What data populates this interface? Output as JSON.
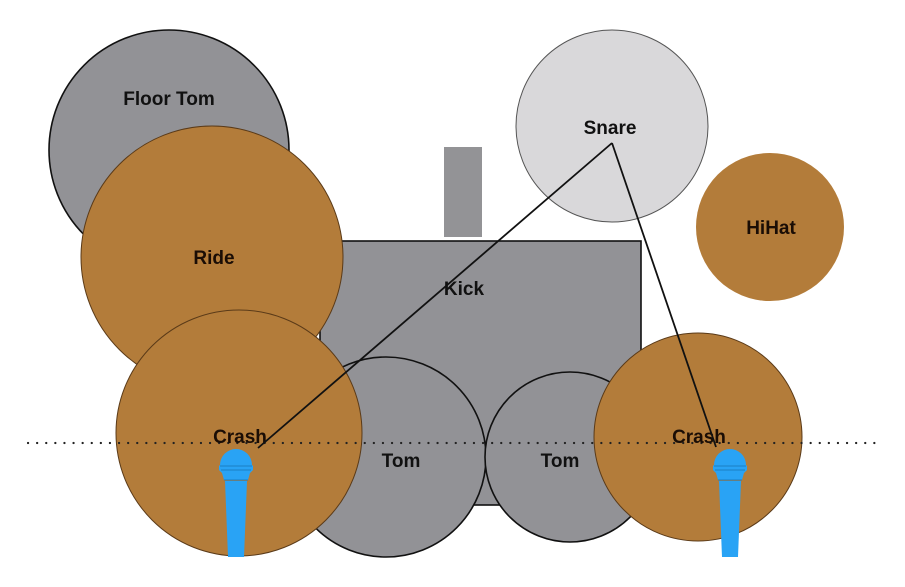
{
  "diagram": {
    "title": "Drum kit microphone placement (overhead view)",
    "colors": {
      "drum_gray": "#929296",
      "snare_gray": "#d9d8da",
      "cymbal_brown": "#b37c3a",
      "mic_blue": "#29a3f5",
      "outline": "#111111"
    },
    "elements": {
      "floor_tom": {
        "label": "Floor Tom",
        "type": "drum"
      },
      "ride": {
        "label": "Ride",
        "type": "cymbal"
      },
      "kick": {
        "label": "Kick",
        "type": "drum"
      },
      "snare": {
        "label": "Snare",
        "type": "drum"
      },
      "hihat": {
        "label": "HiHat",
        "type": "cymbal"
      },
      "crash_left": {
        "label": "Crash",
        "type": "cymbal"
      },
      "tom_left": {
        "label": "Tom",
        "type": "drum"
      },
      "tom_right": {
        "label": "Tom",
        "type": "drum"
      },
      "crash_right": {
        "label": "Crash",
        "type": "cymbal"
      }
    },
    "microphones": [
      {
        "name": "overhead-mic-left",
        "position": "under left crash"
      },
      {
        "name": "overhead-mic-right",
        "position": "under right crash"
      }
    ],
    "connections": [
      {
        "from": "snare",
        "to": "overhead-mic-left",
        "style": "solid"
      },
      {
        "from": "snare",
        "to": "overhead-mic-right",
        "style": "solid"
      }
    ],
    "reference_line": {
      "style": "dotted",
      "meaning": "mic line"
    }
  }
}
